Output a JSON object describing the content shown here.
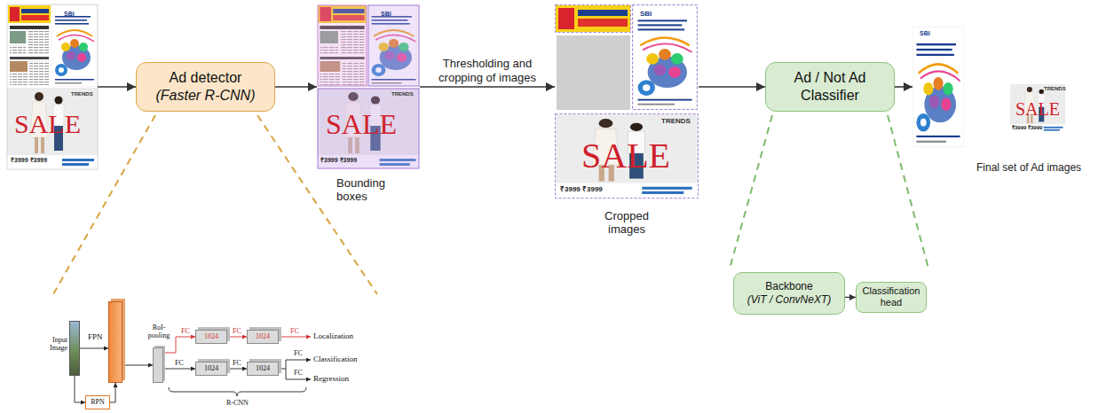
{
  "diagram": {
    "nodes": [
      {
        "text": [
          "SBI",
          "SALE",
          "TRENDS",
          "₹3999 ₹3999"
        ]
      },
      {
        "text": [
          "Ad detector",
          "(Faster R-CNN)"
        ]
      },
      {
        "text": [
          "SBI",
          "SALE",
          "TRENDS",
          "₹3999 ₹3999",
          "Bounding boxes"
        ]
      },
      {
        "text": [
          "SBI",
          "SALE",
          "TRENDS",
          "₹3999 ₹3999",
          "Cropped images"
        ]
      },
      {
        "text": [
          "Ad / Not Ad Classifier"
        ]
      },
      {
        "text": [
          "SBI",
          "SALE",
          "TRENDS",
          "₹3999 ₹3999",
          "Final set of Ad images"
        ]
      },
      {
        "text": [
          "Input Image"
        ]
      },
      {
        "text": [
          "FPN"
        ]
      },
      {
        "text": [
          "RPN"
        ]
      },
      {
        "text": [
          "RoI-pooling"
        ]
      },
      {
        "text": [
          "1024"
        ]
      },
      {
        "text": [
          "1024"
        ]
      },
      {
        "text": [
          "1024"
        ]
      },
      {
        "text": [
          "1024"
        ]
      },
      {
        "text": [
          "Backbone",
          "(ViT / ConvNeXT)"
        ]
      },
      {
        "text": [
          "Classification head"
        ]
      }
    ],
    "edges": [
      {
        "from": 0,
        "to": 1,
        "arrow": "to"
      },
      {
        "from": 1,
        "to": 2,
        "arrow": "to"
      },
      {
        "from": 2,
        "to": 3,
        "label": "Thresholding and cropping of images",
        "arrow": "to"
      },
      {
        "from": 3,
        "to": 4,
        "arrow": "to"
      },
      {
        "from": 4,
        "to": 5,
        "arrow": "to"
      },
      {
        "from": 6,
        "to": 7,
        "arrow": "to"
      },
      {
        "from": 6,
        "to": 8,
        "arrow": "to"
      },
      {
        "from": 8,
        "to": 7,
        "arrow": "to"
      },
      {
        "from": 7,
        "to": 9,
        "arrow": "to"
      },
      {
        "from": 9,
        "to": 10,
        "label": "FC",
        "arrow": "to"
      },
      {
        "from": 10,
        "to": 11,
        "label": "FC",
        "arrow": "to"
      },
      {
        "from": 9,
        "to": 12,
        "label": "FC",
        "arrow": "to"
      },
      {
        "from": 12,
        "to": 13,
        "label": "FC",
        "arrow": "to"
      },
      {
        "from": 14,
        "to": 15,
        "arrow": "to"
      }
    ],
    "labels": [
      "FC",
      "Localization",
      "FC",
      "Classification",
      "FC",
      "Regression",
      "R-CNN"
    ]
  }
}
